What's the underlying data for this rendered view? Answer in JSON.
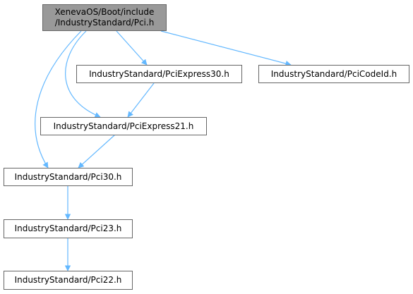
{
  "colors": {
    "edge": "#63b8ff",
    "root_fill": "#999999",
    "node_border": "#666666",
    "node_fill": "#ffffff"
  },
  "nodes": {
    "root": {
      "line1": "XenevaOS/Boot/include",
      "line2": "/IndustryStandard/Pci.h"
    },
    "pciexpress30": {
      "label": "IndustryStandard/PciExpress30.h"
    },
    "pcicodeid": {
      "label": "IndustryStandard/PciCodeId.h"
    },
    "pciexpress21": {
      "label": "IndustryStandard/PciExpress21.h"
    },
    "pci30": {
      "label": "IndustryStandard/Pci30.h"
    },
    "pci23": {
      "label": "IndustryStandard/Pci23.h"
    },
    "pci22": {
      "label": "IndustryStandard/Pci22.h"
    }
  },
  "edges": [
    {
      "from": "root",
      "to": "pciexpress30"
    },
    {
      "from": "root",
      "to": "pcicodeid"
    },
    {
      "from": "root",
      "to": "pciexpress21"
    },
    {
      "from": "root",
      "to": "pci30"
    },
    {
      "from": "pciexpress30",
      "to": "pciexpress21"
    },
    {
      "from": "pciexpress21",
      "to": "pci30"
    },
    {
      "from": "pci30",
      "to": "pci23"
    },
    {
      "from": "pci23",
      "to": "pci22"
    }
  ]
}
